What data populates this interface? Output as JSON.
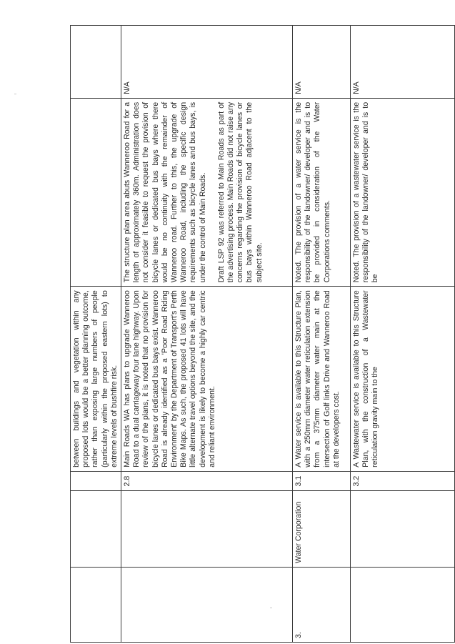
{
  "rows": [
    {
      "num": "",
      "submitter": "",
      "ref": "",
      "summary": "between buildings and vegetation within any proposed lots would be a better planning outcome, rather than exposing large numbers of people (particularly within the proposed eastern lots) to extreme levels of bushfire risk.",
      "response": [],
      "recommendation": ""
    },
    {
      "num": "",
      "submitter": "",
      "ref": "2.8",
      "summary": "Main Roads WA has plans to upgrade Wanneroo Road to a dual carriageway four lane highway. Upon review of the plans, it is noted that no provision for bicycle lanes or dedicated bus bays exist. Wanneroo Road is already identified as a 'Poor Road Riding Environment' by the Department of Transport's Perth Bike Maps. As such, the proposed 41 lots will have little alternate travel options beyond the site, and the development is likely to become a highly car centric and reliant environment.",
      "response": [
        "The structure plan area abuts Wanneroo Road for a length of approximately 360m. Administration does not consider it feasible to request the provision of bicycle lanes or dedicated bus bays where there would be no continuity with the remainder of Wanneroo road. Further to this, the upgrade of Wanneroo Road, including the specific design requirements such as bicycle lanes and bus bays, is under the control of Main Roads.",
        "Draft LSP 92 was referred to Main Roads as part of the advertising process. Main Roads did not raise any concerns regarding the provision of bicycle lanes or bus bays within Wanneroo Road adjacent to the subject site."
      ],
      "recommendation": "N/A"
    },
    {
      "num": "3.",
      "submitter": "Water Corporation",
      "ref": "3.1",
      "summary": "A Water service is available to this Structure Plan, with a 250mm diameter water reticulation extension from a 375mm diameter water main at the intersection of Golf links Drive and Wanneroo Road at the developers cost.",
      "response": [
        "Noted. The provision of a water service is the responsibility of the landowner/ developer and is to be provided in consideration of the Water Corporations comments."
      ],
      "recommendation": "N/A"
    },
    {
      "num": "",
      "submitter": "",
      "ref": "3.2",
      "summary": "A Wastewater service is available to this Structure Plan, with the construction of a Wastewater reticulation gravity main to the",
      "response": [
        "Noted. The provision of a wastewater service is the responsibility of the landowner/ developer and is to be"
      ],
      "recommendation": "N/A"
    }
  ]
}
